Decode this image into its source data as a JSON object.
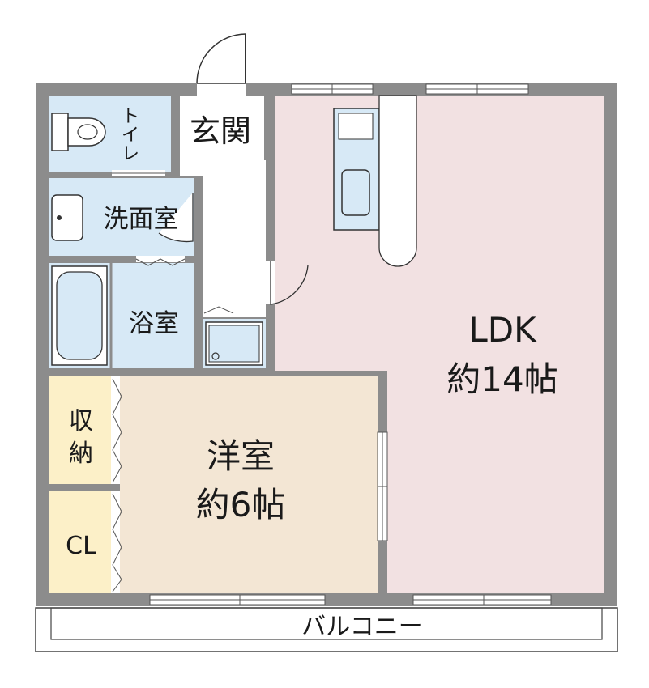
{
  "floorplan": {
    "rooms": {
      "toilet": {
        "label_chars": [
          "ト",
          "イ",
          "レ"
        ]
      },
      "genkan": {
        "label": "玄関"
      },
      "washroom": {
        "label": "洗面室"
      },
      "bathroom": {
        "label": "浴室"
      },
      "storage": {
        "label_chars": [
          "収",
          "納"
        ]
      },
      "closet": {
        "label": "CL"
      },
      "western_room": {
        "name": "洋室",
        "size": "約6帖"
      },
      "ldk": {
        "name": "LDK",
        "size": "約14帖"
      },
      "balcony": {
        "label": "バルコニー"
      }
    },
    "colors": {
      "wall": "#8c8c8c",
      "ldk_floor": "#f2e1e2",
      "western_floor": "#f3e6d4",
      "wet_area": "#d7e9f6",
      "storage_floor": "#fcf0c8",
      "fixture_stroke": "#333333"
    }
  }
}
